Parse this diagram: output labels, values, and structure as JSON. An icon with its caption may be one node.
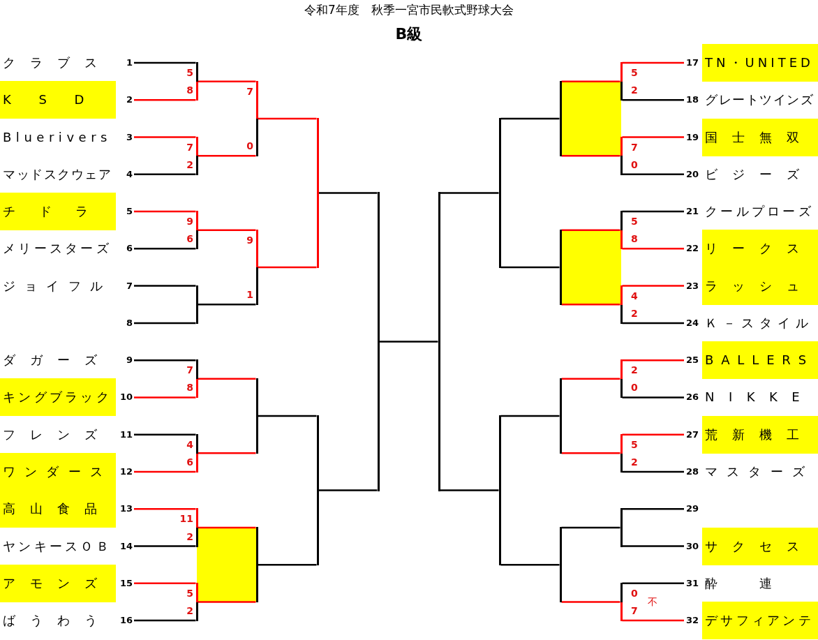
{
  "diagram": {
    "title": "令和7年度　秋季一宮市民軟式野球大会",
    "nodes": [
      {
        "text": [
          "クラブス",
          "1"
        ]
      },
      {
        "text": [
          "KSD",
          "2"
        ]
      },
      {
        "text": [
          "Bluerivers",
          "3"
        ]
      },
      {
        "text": [
          "マッドスクウェア",
          "4"
        ]
      },
      {
        "text": [
          "チドラ",
          "5"
        ]
      },
      {
        "text": [
          "メリースターズ",
          "6"
        ]
      },
      {
        "text": [
          "ジョイフル",
          "7"
        ]
      },
      {
        "text": [
          "8"
        ]
      },
      {
        "text": [
          "ダガーズ",
          "9"
        ]
      },
      {
        "text": [
          "キングブラック",
          "10"
        ]
      },
      {
        "text": [
          "フレンズ",
          "11"
        ]
      },
      {
        "text": [
          "ワンダース",
          "12"
        ]
      },
      {
        "text": [
          "高山食品",
          "13"
        ]
      },
      {
        "text": [
          "ヤンキースＯＢ",
          "14"
        ]
      },
      {
        "text": [
          "アモンズ",
          "15"
        ]
      },
      {
        "text": [
          "ばうわう",
          "16"
        ]
      },
      {
        "text": [
          "17",
          "TN・UNITED"
        ]
      },
      {
        "text": [
          "18",
          "グレートツインズ"
        ]
      },
      {
        "text": [
          "19",
          "国士無双"
        ]
      },
      {
        "text": [
          "20",
          "ビジーズ"
        ]
      },
      {
        "text": [
          "21",
          "クールプローズ"
        ]
      },
      {
        "text": [
          "22",
          "リークス"
        ]
      },
      {
        "text": [
          "23",
          "ラッシュ"
        ]
      },
      {
        "text": [
          "24",
          "Ｋ－スタイル"
        ]
      },
      {
        "text": [
          "25",
          "BALLERS"
        ]
      },
      {
        "text": [
          "26",
          "NIKKE"
        ]
      },
      {
        "text": [
          "27",
          "荒新機工"
        ]
      },
      {
        "text": [
          "28",
          "マスターズ"
        ]
      },
      {
        "text": [
          "29"
        ]
      },
      {
        "text": [
          "30",
          "サクセス"
        ]
      },
      {
        "text": [
          "31",
          "酔連"
        ]
      },
      {
        "text": [
          "32",
          "デサフィアンテ"
        ]
      },
      {
        "text": [],
        "shape": "bar"
      },
      {
        "text": [],
        "shape": "bar"
      },
      {
        "text": [],
        "shape": "bar"
      },
      {
        "text": [],
        "shape": "bar"
      },
      {
        "text": [],
        "shape": "bar"
      },
      {
        "text": [],
        "shape": "bar"
      },
      {
        "text": [],
        "shape": "bar"
      },
      {
        "text": [],
        "shape": "bar"
      },
      {
        "text": [],
        "shape": "bar"
      },
      {
        "text": [],
        "shape": "bar"
      },
      {
        "text": [],
        "shape": "bar"
      },
      {
        "text": [],
        "shape": "bar"
      },
      {
        "text": [],
        "shape": "bar"
      },
      {
        "text": [],
        "shape": "bar"
      },
      {
        "text": [],
        "shape": "bar"
      },
      {
        "text": [],
        "shape": "bar"
      },
      {
        "text": [],
        "shape": "bar"
      },
      {
        "text": [],
        "shape": "bar"
      },
      {
        "text": [],
        "shape": "bar"
      },
      {
        "text": [],
        "shape": "bar"
      },
      {
        "text": [],
        "shape": "bar"
      },
      {
        "text": [],
        "shape": "bar"
      },
      {
        "text": [],
        "shape": "bar"
      },
      {
        "text": [],
        "shape": "bar"
      },
      {
        "text": [],
        "shape": "bar"
      },
      {
        "text": [],
        "shape": "bar"
      },
      {
        "text": [],
        "shape": "bar"
      },
      {
        "text": [],
        "shape": "bar"
      },
      {
        "text": [],
        "shape": "bar"
      },
      {
        "text": [],
        "shape": "bar"
      }
    ],
    "edges": [
      {
        "from": 0,
        "to": 32,
        "arrow": "none",
        "label": "5"
      },
      {
        "from": 1,
        "to": 32,
        "arrow": "none",
        "label": "8",
        "color": "#ff0000"
      },
      {
        "from": 2,
        "to": 33,
        "arrow": "none",
        "label": "7",
        "color": "#ff0000"
      },
      {
        "from": 3,
        "to": 33,
        "arrow": "none",
        "label": "2"
      },
      {
        "from": 4,
        "to": 34,
        "arrow": "none",
        "label": "9",
        "color": "#ff0000"
      },
      {
        "from": 5,
        "to": 34,
        "arrow": "none",
        "label": "6"
      },
      {
        "from": 6,
        "to": 35,
        "arrow": "none"
      },
      {
        "from": 7,
        "to": 35,
        "arrow": "none"
      },
      {
        "from": 8,
        "to": 36,
        "arrow": "none",
        "label": "7"
      },
      {
        "from": 9,
        "to": 36,
        "arrow": "none",
        "label": "8",
        "color": "#ff0000"
      },
      {
        "from": 10,
        "to": 37,
        "arrow": "none",
        "label": "4"
      },
      {
        "from": 11,
        "to": 37,
        "arrow": "none",
        "label": "6",
        "color": "#ff0000"
      },
      {
        "from": 12,
        "to": 38,
        "arrow": "none",
        "label": "11",
        "color": "#ff0000"
      },
      {
        "from": 13,
        "to": 38,
        "arrow": "none",
        "label": "2"
      },
      {
        "from": 14,
        "to": 39,
        "arrow": "none",
        "label": "5",
        "color": "#ff0000"
      },
      {
        "from": 15,
        "to": 39,
        "arrow": "none",
        "label": "2"
      },
      {
        "from": 32,
        "to": 40,
        "arrow": "none",
        "label": "7",
        "color": "#ff0000"
      },
      {
        "from": 33,
        "to": 40,
        "arrow": "none",
        "label": "0",
        "color": "#ff0000"
      },
      {
        "from": 34,
        "to": 41,
        "arrow": "none",
        "label": "9",
        "color": "#ff0000"
      },
      {
        "from": 35,
        "to": 41,
        "arrow": "none",
        "label": "1"
      },
      {
        "from": 36,
        "to": 42,
        "arrow": "none",
        "color": "#ff0000"
      },
      {
        "from": 37,
        "to": 42,
        "arrow": "none",
        "color": "#ff0000"
      },
      {
        "from": 38,
        "to": 43,
        "arrow": "none",
        "color": "#ff0000"
      },
      {
        "from": 39,
        "to": 43,
        "arrow": "none",
        "color": "#ff0000"
      },
      {
        "from": 40,
        "to": 44,
        "arrow": "none",
        "color": "#ff0000"
      },
      {
        "from": 41,
        "to": 44,
        "arrow": "none",
        "color": "#ff0000"
      },
      {
        "from": 42,
        "to": 45,
        "arrow": "none"
      },
      {
        "from": 43,
        "to": 45,
        "arrow": "none"
      },
      {
        "from": 44,
        "to": 46,
        "arrow": "none"
      },
      {
        "from": 45,
        "to": 46,
        "arrow": "none"
      },
      {
        "from": 16,
        "to": 54,
        "arrow": "none",
        "label": "5",
        "color": "#ff0000"
      },
      {
        "from": 17,
        "to": 54,
        "arrow": "none",
        "label": "2"
      },
      {
        "from": 18,
        "to": 55,
        "arrow": "none",
        "label": "7",
        "color": "#ff0000"
      },
      {
        "from": 19,
        "to": 55,
        "arrow": "none",
        "label": "0"
      },
      {
        "from": 20,
        "to": 56,
        "arrow": "none",
        "label": "5"
      },
      {
        "from": 21,
        "to": 56,
        "arrow": "none",
        "label": "8",
        "color": "#ff0000"
      },
      {
        "from": 22,
        "to": 57,
        "arrow": "none",
        "label": "4",
        "color": "#ff0000"
      },
      {
        "from": 23,
        "to": 57,
        "arrow": "none",
        "label": "2"
      },
      {
        "from": 24,
        "to": 58,
        "arrow": "none",
        "label": "2",
        "color": "#ff0000"
      },
      {
        "from": 25,
        "to": 58,
        "arrow": "none",
        "label": "0"
      },
      {
        "from": 26,
        "to": 59,
        "arrow": "none",
        "label": "5",
        "color": "#ff0000"
      },
      {
        "from": 27,
        "to": 59,
        "arrow": "none",
        "label": "2"
      },
      {
        "from": 28,
        "to": 60,
        "arrow": "none"
      },
      {
        "from": 29,
        "to": 60,
        "arrow": "none"
      },
      {
        "from": 30,
        "to": 61,
        "arrow": "none",
        "label": "0"
      },
      {
        "from": 31,
        "to": 61,
        "arrow": "none",
        "label": "7",
        "color": "#ff0000"
      },
      {
        "from": 54,
        "to": 50,
        "arrow": "none",
        "color": "#ff0000"
      },
      {
        "from": 55,
        "to": 50,
        "arrow": "none",
        "color": "#ff0000"
      },
      {
        "from": 56,
        "to": 51,
        "arrow": "none",
        "color": "#ff0000"
      },
      {
        "from": 57,
        "to": 51,
        "arrow": "none",
        "color": "#ff0000"
      },
      {
        "from": 58,
        "to": 52,
        "arrow": "none",
        "color": "#ff0000"
      },
      {
        "from": 59,
        "to": 52,
        "arrow": "none",
        "color": "#ff0000"
      },
      {
        "from": 60,
        "to": 53,
        "arrow": "none"
      },
      {
        "from": 61,
        "to": 53,
        "arrow": "none",
        "color": "#ff0000"
      },
      {
        "from": 50,
        "to": 48,
        "arrow": "none"
      },
      {
        "from": 51,
        "to": 48,
        "arrow": "none"
      },
      {
        "from": 52,
        "to": 49,
        "arrow": "none"
      },
      {
        "from": 53,
        "to": 49,
        "arrow": "none"
      },
      {
        "from": 48,
        "to": 47,
        "arrow": "none"
      },
      {
        "from": 49,
        "to": 47,
        "arrow": "none"
      },
      {
        "from": 46,
        "to": 47,
        "arrow": "none"
      }
    ],
    "labels": [
      "B級",
      "不"
    ]
  }
}
